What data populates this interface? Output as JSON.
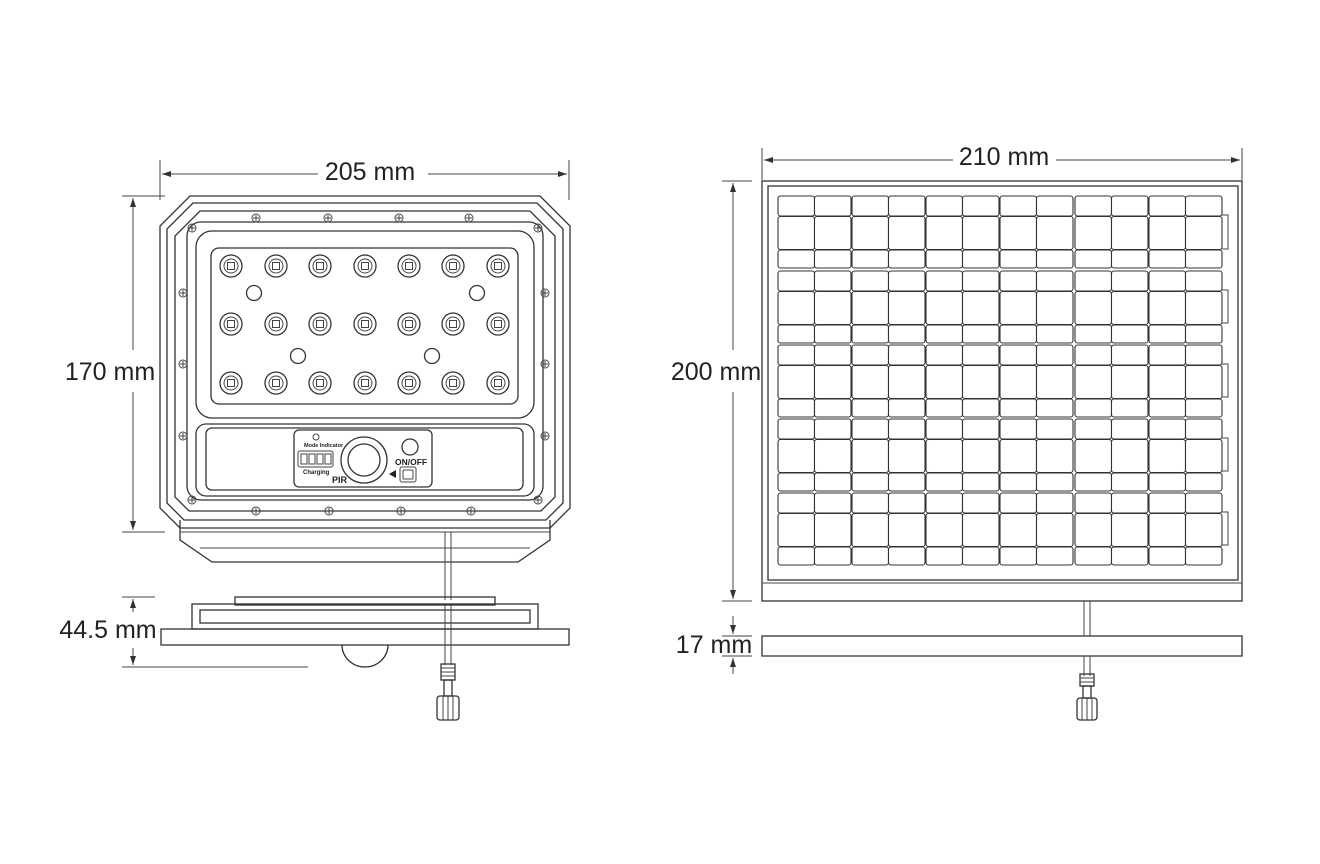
{
  "dimensions": {
    "light_width": "205 mm",
    "light_height": "170 mm",
    "light_depth": "44.5 mm",
    "panel_width": "210 mm",
    "panel_height": "200 mm",
    "panel_depth": "17 mm"
  },
  "control_panel": {
    "mode_indicator": "Mode Indicator",
    "charging": "Charging",
    "pir": "PIR",
    "on_off": "ON/OFF"
  },
  "colors": {
    "line": "#333333",
    "background": "#ffffff"
  }
}
